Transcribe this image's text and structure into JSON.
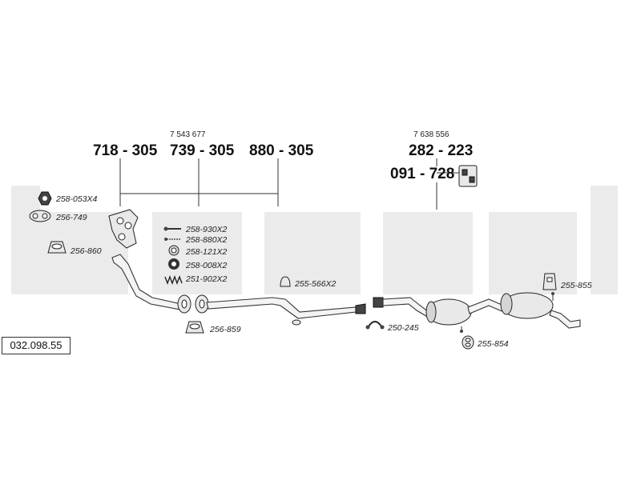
{
  "catalog_number": "032.098.55",
  "group_numbers": {
    "front": "7 543 677",
    "rear": "7 638 556"
  },
  "main_parts": {
    "p1": "718 - 305",
    "p2": "739 - 305",
    "p3": "880 - 305",
    "p4": "282 - 223",
    "p5": "091 - 728"
  },
  "fittings": {
    "f1": "258-053X4",
    "f2": "256-749",
    "f3": "256-860",
    "f4": "258-930X2",
    "f5": "258-880X2",
    "f6": "258-121X2",
    "f7": "258-008X2",
    "f8": "251-902X2",
    "f9": "255-566X2",
    "f10": "256-859",
    "f11": "250-245",
    "f12": "255-854",
    "f13": "255-855"
  },
  "colors": {
    "logo": "#ebebeb",
    "line": "#333333"
  }
}
